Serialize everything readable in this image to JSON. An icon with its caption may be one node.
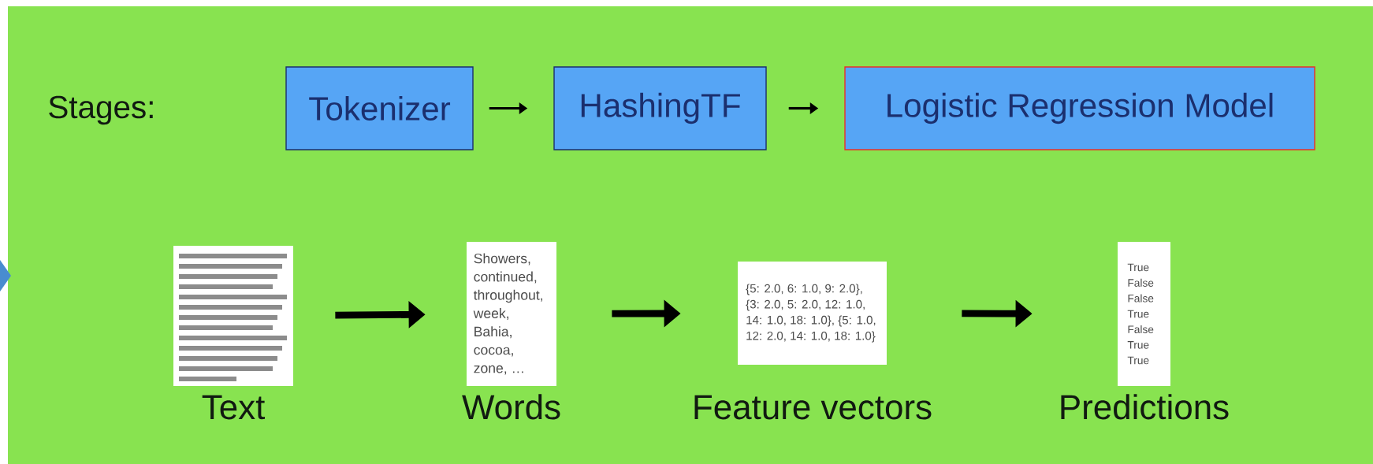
{
  "diagram": {
    "nodes": [
      {
        "text": [
          "Tokenizer"
        ]
      },
      {
        "text": [
          "HashingTF"
        ]
      },
      {
        "text": [
          "Logistic Regression Model"
        ]
      },
      {
        "text": [],
        "shape": "picture",
        "beside": [
          "Text"
        ]
      },
      {
        "text": [
          "Showers, continued, throughout, week, Bahia, cocoa, zone, …"
        ],
        "beside": [
          "Words"
        ]
      },
      {
        "text": [
          "{5: 2.0, 6: 1.0, 9: 2.0}, {3: 2.0, 5: 2.0, 12: 1.0, 14: 1.0, 18: 1.0}, {5: 1.0, 12: 2.0, 14: 1.0, 18: 1.0}"
        ],
        "beside": [
          "Feature vectors"
        ]
      },
      {
        "text": [
          "True False False True False True True"
        ],
        "beside": [
          "Predictions"
        ]
      }
    ],
    "edges": [
      {
        "from": 0,
        "to": 1,
        "arrow": "to"
      },
      {
        "from": 1,
        "to": 2,
        "arrow": "to"
      },
      {
        "from": 3,
        "to": 4,
        "arrow": "to"
      },
      {
        "from": 4,
        "to": 5,
        "arrow": "to"
      },
      {
        "from": 5,
        "to": 6,
        "arrow": "to"
      }
    ],
    "labels": [
      "Stages:"
    ]
  }
}
